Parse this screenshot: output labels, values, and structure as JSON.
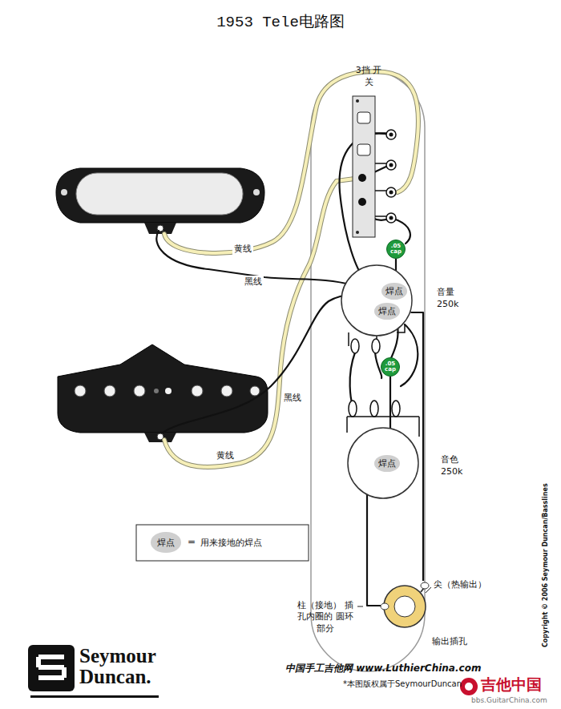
{
  "diagram": {
    "title": "1953 Tele电路图",
    "nodes": [
      {
        "text": [
          "3挡 开关"
        ]
      },
      {
        "text": [
          ".05 cap"
        ]
      },
      {
        "text": [
          "音量 250k"
        ]
      },
      {
        "text": [
          "焊点"
        ],
        "in": 2
      },
      {
        "text": [
          "焊点"
        ],
        "in": 2
      },
      {
        "text": [
          ".05 cap"
        ]
      },
      {
        "text": [
          "音色 250k"
        ]
      },
      {
        "text": [
          "焊点"
        ],
        "in": 6
      },
      {
        "text": [
          "输出插孔"
        ]
      }
    ],
    "edges": [
      {
        "from": 1,
        "to": 2,
        "arrow": "none"
      },
      {
        "from": 5,
        "to": 6,
        "arrow": "none"
      },
      {
        "from": 2,
        "to": 8,
        "arrow": "none"
      },
      {
        "from": 7,
        "to": 8,
        "arrow": "none"
      }
    ],
    "labels": [
      "黄线",
      "黑线",
      "黑线",
      "黄线",
      "尖（热输出）",
      "柱（接地） 插孔内圈的 圆环部分",
      "中国手工吉他网 www.LuthierChina.com",
      "*本图版权属于SeymourDuncan",
      "吉他中国",
      "bbs.GuitarChina.com",
      "Copyright © 2006 Seymour Duncan/Basslines",
      "Seymour Duncan.",
      "焊点",
      "="
    ],
    "legend": [
      {
        "text": "用来接地的焊点",
        "color": "#cfcfcf"
      }
    ]
  }
}
